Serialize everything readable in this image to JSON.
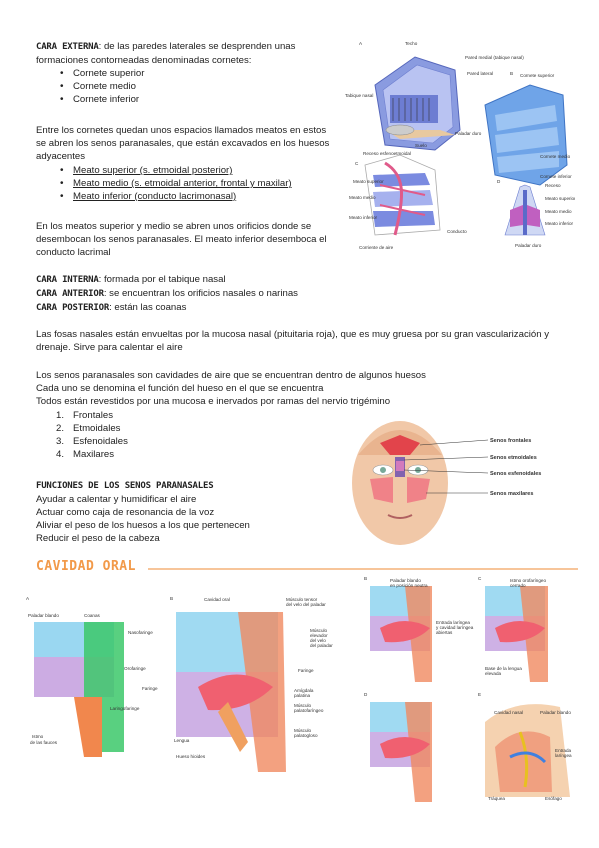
{
  "cara_externa": {
    "heading": "CARA EXTERNA",
    "text": ": de las paredes laterales se desprenden unas formaciones contorneadas denominadas cornetes:",
    "cornetes": [
      "Cornete superior",
      "Cornete medio",
      "Cornete inferior"
    ]
  },
  "meatos": {
    "intro": "Entre los cornetes quedan unos espacios llamados meatos en estos se abren los senos paranasales, que están excavados en los huesos adyacentes",
    "items": [
      "Meato superior (s. etmoidal posterior)",
      "Meato medio (s. etmoidal anterior, frontal y maxilar)",
      "Meato inferior (conducto lacrimonasal)"
    ],
    "after": "En los meatos superior y medio se abren unos orificios donde se desembocan los senos paranasales. El meato inferior desemboca el conducto lacrimal"
  },
  "caras": [
    {
      "heading": "CARA INTERNA",
      "text": ": formada por el tabique nasal"
    },
    {
      "heading": "CARA ANTERIOR",
      "text": ": se encuentran los orificios nasales o narinas"
    },
    {
      "heading": "CARA POSTERIOR",
      "text": ": están las coanas"
    }
  ],
  "mucosa": "Las fosas nasales están envueltas por la mucosa nasal (pituitaria roja), que es muy gruesa por su gran vascularización y drenaje. Sirve para calentar el aire",
  "senos": {
    "lines": [
      "Los senos paranasales son cavidades de aire que se encuentran dentro de algunos huesos",
      "Cada uno se denomina el función del hueso en el que se encuentra",
      "Todos están revestidos por una mucosa e inervados por ramas del nervio trigémino"
    ],
    "list": [
      "Frontales",
      "Etmoidales",
      "Esfenoidales",
      "Maxilares"
    ]
  },
  "funciones": {
    "heading": "FUNCIONES DE LOS SENOS PARANASALES",
    "items": [
      "Ayudar a calentar y humidificar el aire",
      "Actuar como caja de resonancia de la voz",
      "Aliviar el peso de los huesos a los que pertenecen",
      "Reducir el peso de la cabeza"
    ]
  },
  "cavidad_oral": {
    "title": "CAVIDAD ORAL"
  },
  "fig_nose": {
    "labels": [
      "A",
      "B",
      "C",
      "D",
      "Techo",
      "Pared medial (tabique nasal)",
      "Pared lateral",
      "Cornete superior",
      "Tabique nasal",
      "Cornete medio",
      "Paladar duro",
      "Suelo",
      "Cornete inferior",
      "Receso esfenoetmoidal",
      "Meato superior",
      "Meato medio",
      "Meato inferior",
      "Corriente de aire",
      "Conducto",
      "Paladar duro"
    ]
  },
  "fig_senos": {
    "labels": [
      "Senos frontales",
      "Senos etmoidales",
      "Senos esfenoidales",
      "Senos maxilares"
    ]
  },
  "fig_oral_a": {
    "labels": [
      "A",
      "Paladar blando",
      "Coanas",
      "Nasofaringe",
      "Orofaringe",
      "Laringofaringe",
      "Faringe",
      "Istmo de las fauces"
    ]
  },
  "fig_oral_b": {
    "labels": [
      "B",
      "Cavidad oral",
      "Músculo tensor del velo del paladar",
      "Músculo elevador del velo del paladar",
      "Faringe",
      "Amígdala palatina",
      "Músculo palatofaríngeo",
      "Músculo palatogloso",
      "Lengua",
      "Hueso hioides"
    ]
  },
  "fig_oral_c": {
    "labels": [
      "B",
      "C",
      "D",
      "E",
      "Paladar blando en posición neutra",
      "Istmo orofaríngeo cerrado",
      "Entrada laríngea y cavidad laríngea abiertas",
      "Base de la lengua elevada",
      "Cavidad nasal",
      "Paladar blando",
      "Entrada laríngea",
      "Esófago",
      "Tráquea"
    ]
  }
}
